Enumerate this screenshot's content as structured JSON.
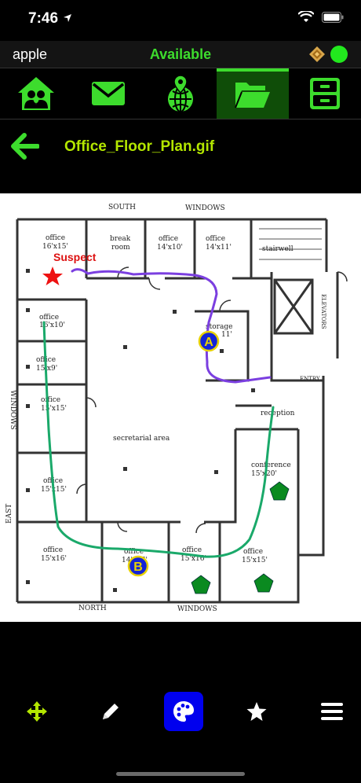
{
  "status": {
    "time": "7:46"
  },
  "header": {
    "user": "apple",
    "availability": "Available"
  },
  "nav": {
    "tabs": [
      {
        "icon": "family-home-icon"
      },
      {
        "icon": "mail-icon"
      },
      {
        "icon": "map-globe-icon"
      },
      {
        "icon": "folder-open-icon",
        "active": true
      },
      {
        "icon": "file-cabinet-icon"
      }
    ]
  },
  "file": {
    "title": "Office_Floor_Plan.gif"
  },
  "floorplan": {
    "compass": {
      "south": "SOUTH",
      "north": "NORTH",
      "east": "EAST",
      "west": "WINDOWS"
    },
    "windows_top": "WINDOWS",
    "windows_bottom": "WINDOWS",
    "rooms": {
      "office_tl": "office",
      "office_tl_size": "16'x15'",
      "break": "break",
      "break2": "room",
      "office_3": "office",
      "office_3_size": "14'x10'",
      "office_4": "office",
      "office_4_size": "14'x11'",
      "stairwell": "stairwell",
      "office_left1": "office",
      "office_left1_size": "16'x10'",
      "office_left2": "office",
      "office_left2_size": "15'x9'",
      "office_left3": "office",
      "office_left3_size": "15'x15'",
      "office_left4": "office",
      "office_left4_size": "15'x15'",
      "storage": "storage",
      "storage_size": "11'",
      "elevators": "ELEVATORS",
      "entry": "ENTRY",
      "reception": "reception",
      "secretarial": "secretarial area",
      "conference": "conference",
      "conference_size": "15'x20'",
      "office_b1": "office",
      "office_b1_size": "15'x16'",
      "office_b2": "office",
      "office_b2_size": "14'x16'",
      "office_b3": "office",
      "office_b3_size": "15'x16'",
      "office_b4": "office",
      "office_b4_size": "15'x15'"
    },
    "annotations": {
      "suspect": "Suspect",
      "marker_a": "A",
      "marker_b": "B"
    },
    "colors": {
      "purple_path": "#7b3fe0",
      "green_path": "#1aa96a",
      "pentagon": "#0a8a20",
      "star": "#e11",
      "marker": "#1424d6"
    }
  },
  "toolbar": {
    "tools": [
      {
        "icon": "move-arrows-icon"
      },
      {
        "icon": "pencil-icon"
      },
      {
        "icon": "palette-icon",
        "active": true
      },
      {
        "icon": "star-icon"
      },
      {
        "icon": "menu-icon"
      }
    ]
  },
  "colors": {
    "accent": "#3ddc2d",
    "title": "#b3e600",
    "active_tool": "#0000ee"
  }
}
